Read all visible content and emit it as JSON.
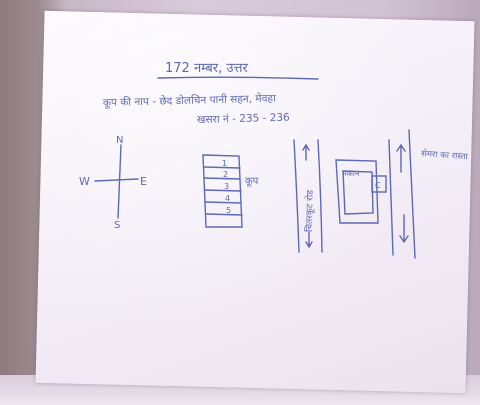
{
  "photo": {
    "paper_color": "#f6f1f8",
    "ink_color": "#5d69b5",
    "background_color": "#cbbccb"
  },
  "note": {
    "heading": "172 नम्बर, उत्तर",
    "line1": "कूप की नाप - छेद डोलचिन पानी सहन, मेवहा",
    "line2": "खसरा नं - 235 - 236"
  },
  "compass": {
    "north": "N",
    "east": "E",
    "south": "S",
    "west": "W"
  },
  "well_diagram": {
    "label": "कूप",
    "row_marks": [
      "1",
      "2",
      "3",
      "4",
      "5"
    ]
  },
  "road_left": {
    "label": "चितरकूट रोड"
  },
  "house_box": {
    "label": "मकान",
    "inner_mark": "C"
  },
  "road_right": {
    "label": "सेमरा का रास्ता"
  }
}
